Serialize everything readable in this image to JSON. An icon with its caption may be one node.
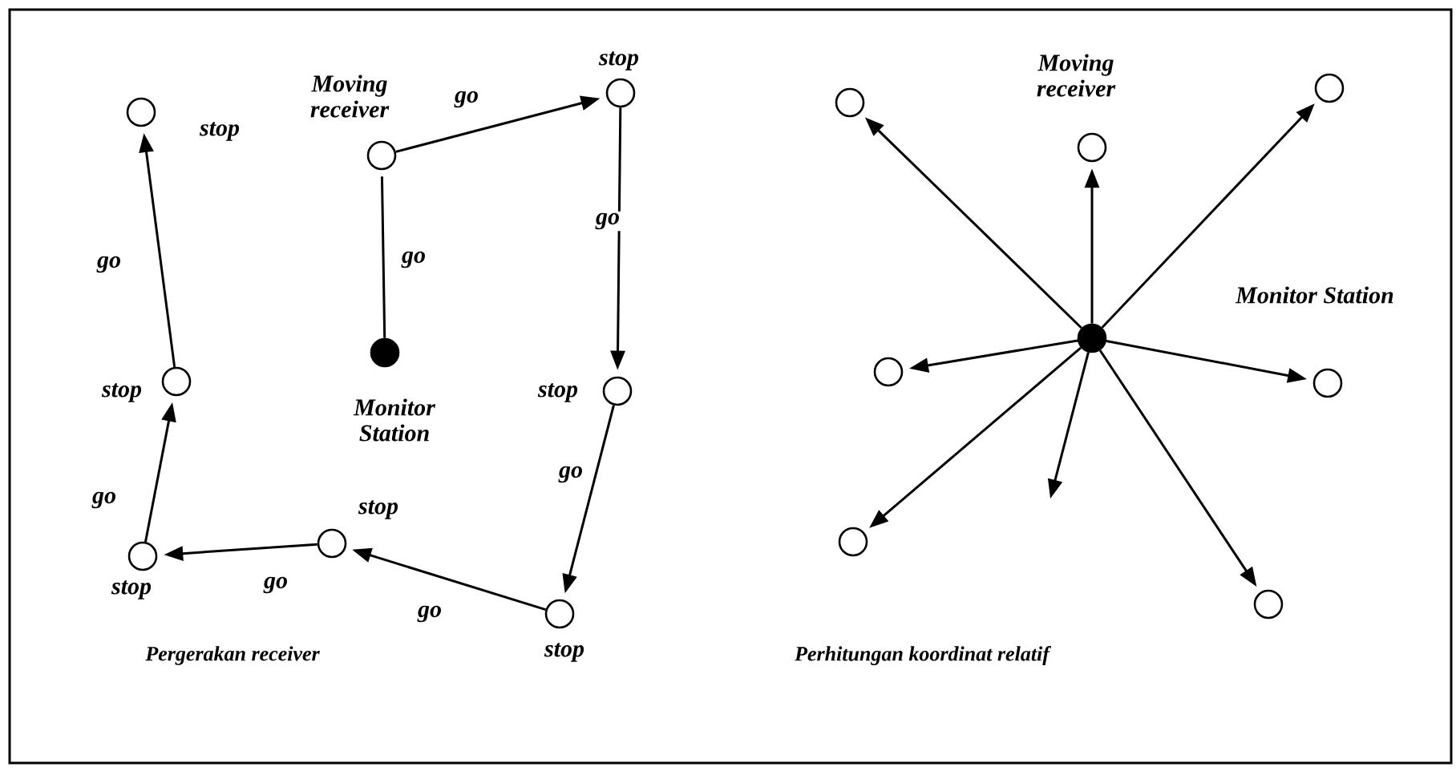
{
  "diagram": {
    "nodes": [
      {
        "text": [],
        "shape": "circle",
        "beside": [
          "stop"
        ]
      },
      {
        "text": [],
        "shape": "circle",
        "beside": [
          "Moving receiver"
        ]
      },
      {
        "text": [],
        "shape": "circle",
        "beside": [
          "Monitor Station"
        ]
      },
      {
        "text": [],
        "shape": "circle",
        "beside": [
          "stop"
        ]
      },
      {
        "text": [],
        "shape": "circle",
        "beside": [
          "stop"
        ]
      },
      {
        "text": [],
        "shape": "circle",
        "beside": [
          "stop"
        ]
      },
      {
        "text": [],
        "shape": "circle",
        "beside": [
          "stop"
        ]
      },
      {
        "text": [],
        "shape": "circle",
        "beside": [
          "stop"
        ]
      },
      {
        "text": [],
        "shape": "circle",
        "beside": [
          "stop"
        ]
      },
      {
        "text": [],
        "shape": "circle"
      },
      {
        "text": [],
        "shape": "circle"
      },
      {
        "text": [],
        "shape": "circle",
        "beside": [
          "Moving receiver"
        ]
      },
      {
        "text": [],
        "shape": "circle"
      },
      {
        "text": [],
        "shape": "circle"
      },
      {
        "text": [],
        "shape": "circle"
      },
      {
        "text": [],
        "shape": "circle"
      },
      {
        "text": [],
        "shape": "circle"
      }
    ],
    "edges": [
      {
        "from": 2,
        "to": 1,
        "arrow": "none",
        "label": "go"
      },
      {
        "from": 1,
        "to": 3,
        "arrow": "to",
        "label": "go"
      },
      {
        "from": 3,
        "to": 4,
        "arrow": "to",
        "label": "go"
      },
      {
        "from": 4,
        "to": 5,
        "arrow": "to",
        "label": "go"
      },
      {
        "from": 5,
        "to": 6,
        "arrow": "to",
        "label": "go"
      },
      {
        "from": 6,
        "to": 7,
        "arrow": "to",
        "label": "go"
      },
      {
        "from": 7,
        "to": 8,
        "arrow": "to",
        "label": "go"
      },
      {
        "from": 8,
        "to": 0,
        "arrow": "to",
        "label": "go"
      },
      {
        "from": 9,
        "to": 10,
        "arrow": "to"
      },
      {
        "from": 9,
        "to": 11,
        "arrow": "to"
      },
      {
        "from": 9,
        "to": 12,
        "arrow": "to"
      },
      {
        "from": 9,
        "to": 13,
        "arrow": "to"
      },
      {
        "from": 9,
        "to": 14,
        "arrow": "to"
      },
      {
        "from": 9,
        "to": 15,
        "arrow": "to"
      },
      {
        "from": 9,
        "to": null,
        "arrow": "to"
      },
      {
        "from": 9,
        "to": 16,
        "arrow": "to"
      }
    ],
    "labels": [
      "Monitor Station",
      "Pergerakan receiver",
      "Perhitungan koordinat relatif"
    ]
  }
}
